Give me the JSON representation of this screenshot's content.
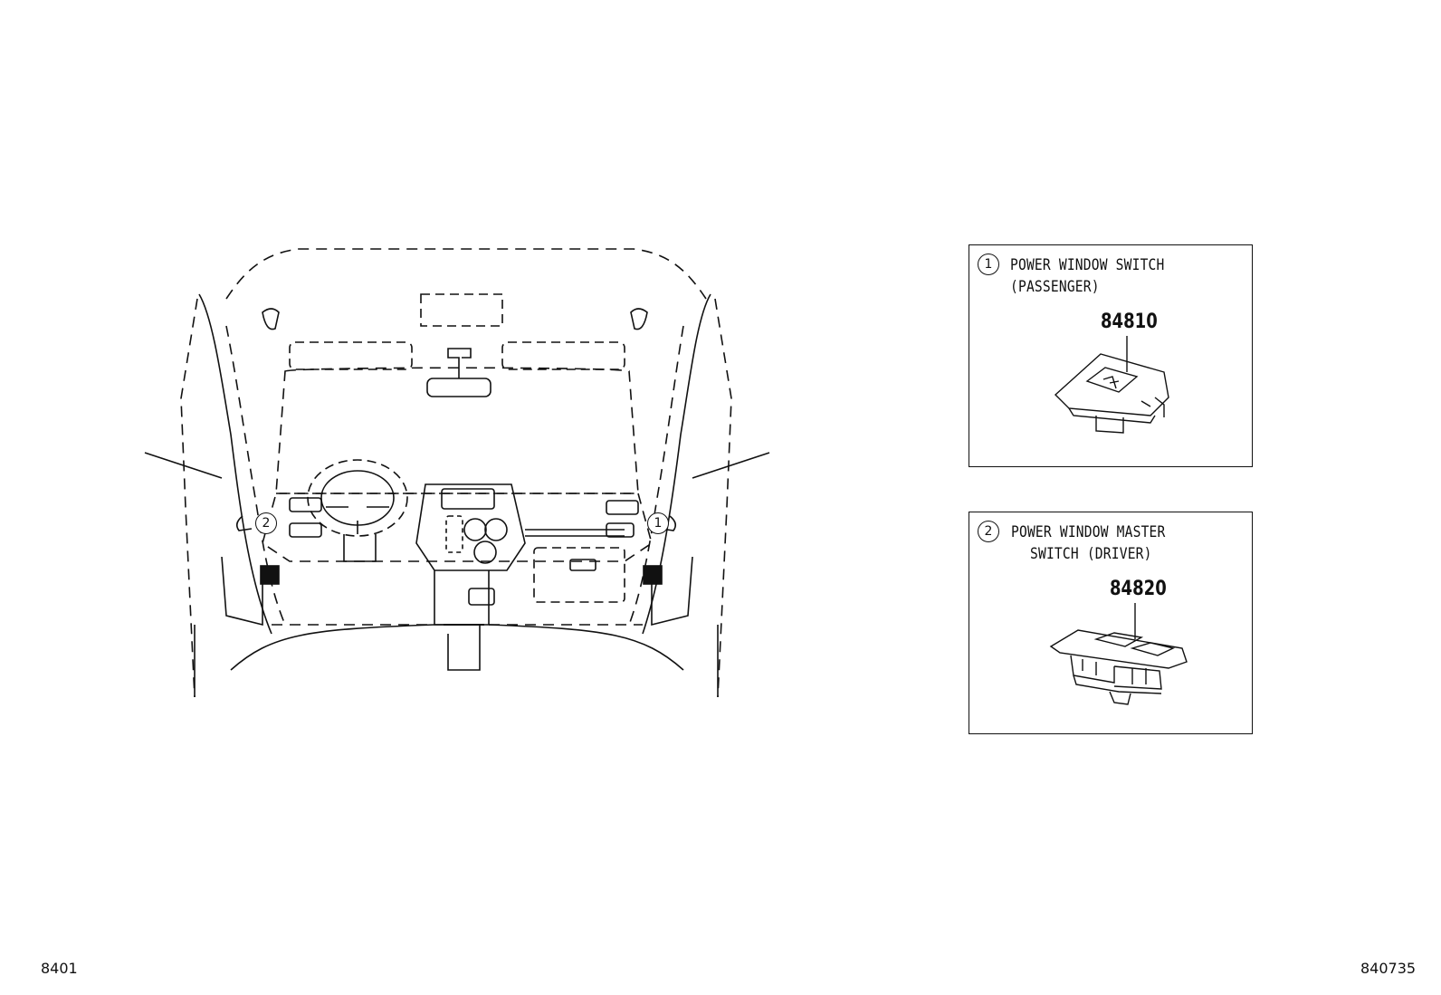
{
  "panel_1": {
    "badge": "1",
    "title_line1": "POWER WINDOW SWITCH",
    "title_line2": "(PASSENGER)",
    "part_number": "84810"
  },
  "panel_2": {
    "badge": "2",
    "title_line1": "POWER WINDOW MASTER",
    "title_line2": "SWITCH (DRIVER)",
    "part_number": "84820"
  },
  "callouts": {
    "left": "2",
    "right": "1"
  },
  "footer": {
    "left_code": "8401",
    "right_code": "840735"
  }
}
